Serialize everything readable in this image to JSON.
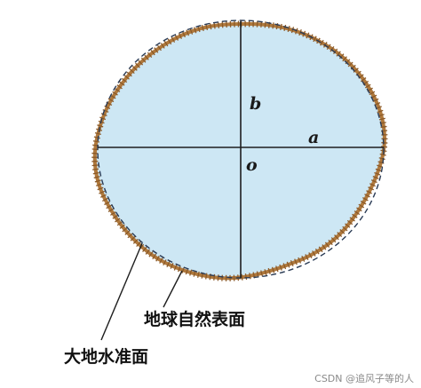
{
  "diagram": {
    "labels": {
      "semi_major": "a",
      "semi_minor": "b",
      "center": "o",
      "natural_surface": "地球自然表面",
      "geoid": "大地水准面"
    },
    "watermark": "CSDN @追风子等的人",
    "colors": {
      "fill": "#cde7f4",
      "surface_stroke": "#b0793c",
      "hatch": "#8a5a2a",
      "ellipse_dash": "#2a3b55",
      "axis": "#1e1e1e",
      "leader": "#1e1e1e"
    }
  }
}
